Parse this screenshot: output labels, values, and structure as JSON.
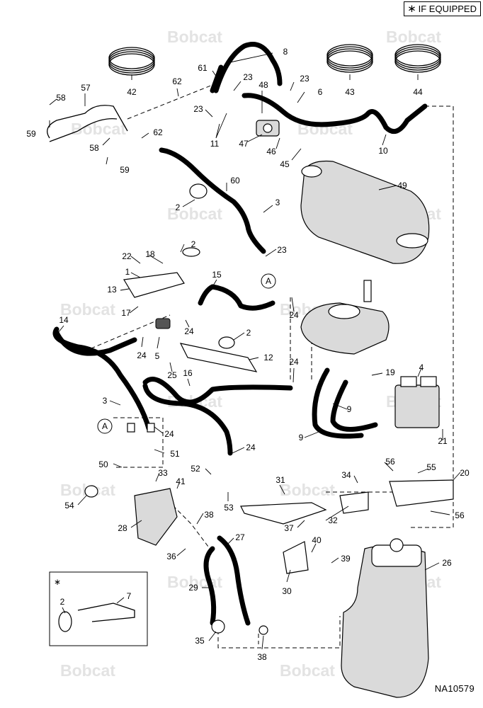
{
  "legend": {
    "star": "∗",
    "text": "IF EQUIPPED"
  },
  "figure_id": "NA10579",
  "watermark": "Bobcat",
  "callouts": {
    "c8": "8",
    "c61": "61",
    "c23a": "23",
    "c23b": "23",
    "c62a": "62",
    "c48": "48",
    "c6": "6",
    "c42": "42",
    "c43": "43",
    "c44": "44",
    "c57": "57",
    "c58a": "58",
    "c59a": "59",
    "c62b": "62",
    "c58b": "58",
    "c59b": "59",
    "c23c": "23",
    "c11": "11",
    "c47": "47",
    "c46": "46",
    "c10": "10",
    "c45": "45",
    "c49": "49",
    "c60": "60",
    "c2a": "2",
    "c3a": "3",
    "c23d": "23",
    "cA1": "A",
    "c22": "22",
    "c18": "18",
    "c2b": "2",
    "c1": "1",
    "c13": "13",
    "c15": "15",
    "c17": "17",
    "c24a": "24",
    "c14": "14",
    "c24b": "24",
    "c24c": "24",
    "c5": "5",
    "c2c": "2",
    "c12": "12",
    "c25": "25",
    "c16": "16",
    "c24d": "24",
    "c19": "19",
    "c4": "4",
    "c9a": "9",
    "c9b": "9",
    "c21": "21",
    "c3b": "3",
    "cA2": "A",
    "c24e": "24",
    "c51": "51",
    "c50": "50",
    "c24f": "24",
    "c33": "33",
    "c52": "52",
    "c41": "41",
    "c53": "53",
    "c54": "54",
    "c31": "31",
    "c34": "34",
    "c56a": "56",
    "c55": "55",
    "c20": "20",
    "c28": "28",
    "c38a": "38",
    "c37": "37",
    "c32": "32",
    "c56b": "56",
    "c27": "27",
    "c40": "40",
    "c36": "36",
    "c39": "39",
    "c26": "26",
    "c29": "29",
    "c30": "30",
    "c2d": "2",
    "c7": "7",
    "c35": "35",
    "c38b": "38",
    "cstar": "∗"
  }
}
